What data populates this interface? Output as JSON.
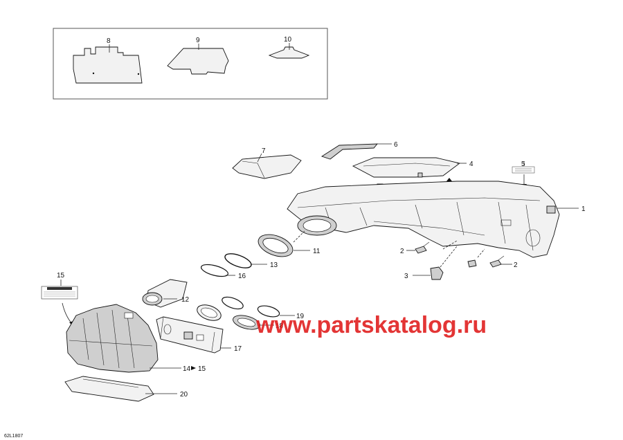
{
  "callouts": {
    "c1": "1",
    "c2a": "2",
    "c2b": "2",
    "c3": "3",
    "c4": "4",
    "c5": "5",
    "c6": "6",
    "c7": "7",
    "c8": "8",
    "c9": "9",
    "c10": "10",
    "c11": "11",
    "c12": "12",
    "c13": "13",
    "c14": "14",
    "c15": "15",
    "c15b": "15",
    "c16": "16",
    "c17": "17",
    "c18": "18",
    "c19": "19",
    "c20": "20"
  },
  "watermark": "www.partskatalog.ru",
  "drawing_code": "62L1807"
}
